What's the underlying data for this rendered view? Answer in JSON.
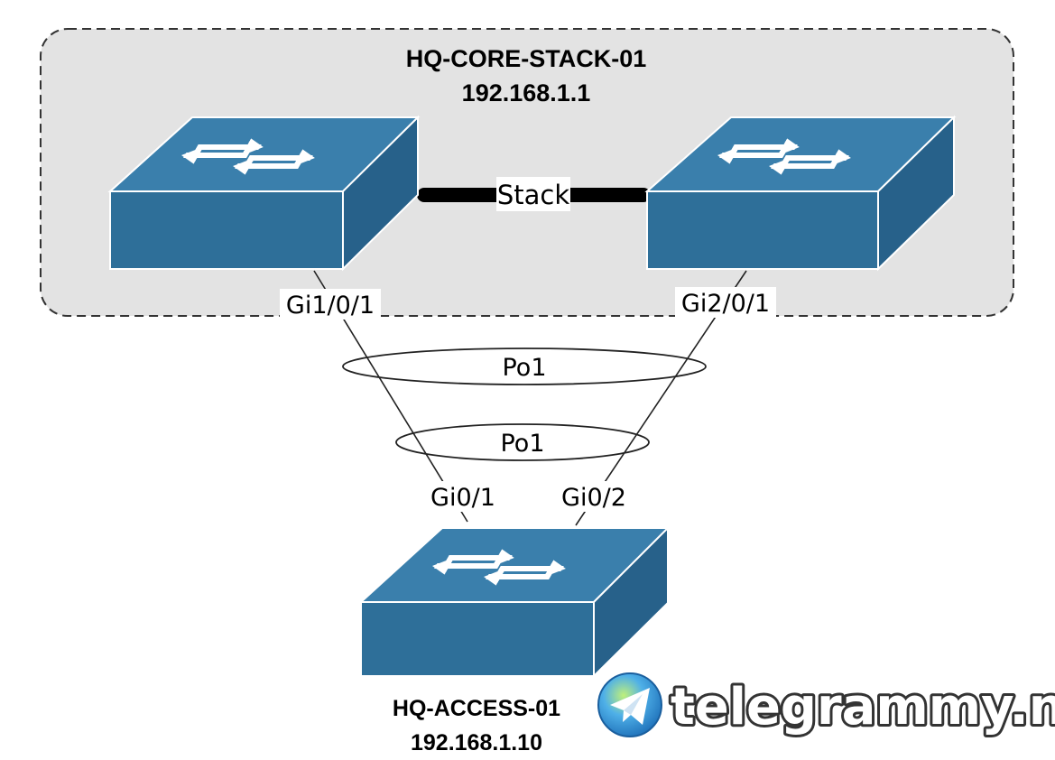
{
  "stack_group": {
    "name": "HQ-CORE-STACK-01",
    "ip": "192.168.1.1",
    "stack_link_label": "Stack"
  },
  "ports": {
    "core1": "Gi1/0/1",
    "core2": "Gi2/0/1",
    "access1": "Gi0/1",
    "access2": "Gi0/2"
  },
  "port_channels": {
    "upper": "Po1",
    "lower": "Po1"
  },
  "access_switch": {
    "name": "HQ-ACCESS-01",
    "ip": "192.168.1.10"
  },
  "watermark": {
    "text": "telegrammy.net",
    "icon": "telegram-logo-icon"
  },
  "colors": {
    "switch_front": "#2e6f99",
    "switch_top": "#3a7fac",
    "switch_side": "#27618a",
    "switch_edge": "#ffffff",
    "group_fill": "#e3e3e3",
    "group_border": "#333333",
    "stack_cable": "#000000"
  }
}
